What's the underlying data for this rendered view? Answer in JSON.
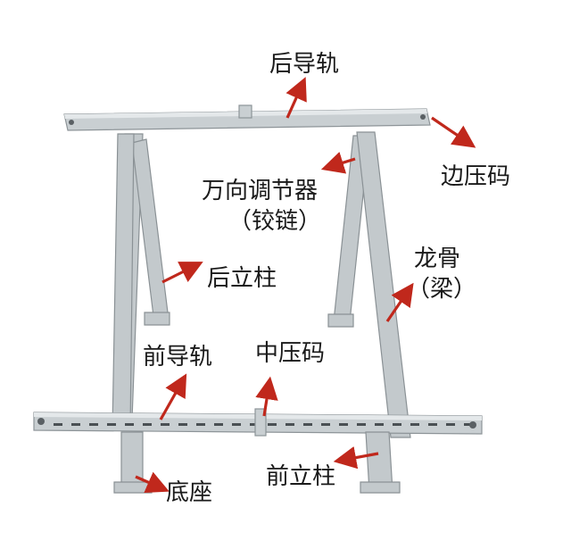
{
  "diagram": {
    "labels": {
      "rear_rail": "后导轨",
      "edge_clamp": "边压码",
      "universal_adjuster": "万向调节器",
      "hinge": "（铰链）",
      "rear_post": "后立柱",
      "keel": "龙骨",
      "beam": "（梁）",
      "front_rail": "前导轨",
      "mid_clamp": "中压码",
      "base": "底座",
      "front_post": "前立柱"
    },
    "colors": {
      "arrow": "#c0281c",
      "metal": "#c9cfd2",
      "text": "#1a1a1a"
    }
  }
}
